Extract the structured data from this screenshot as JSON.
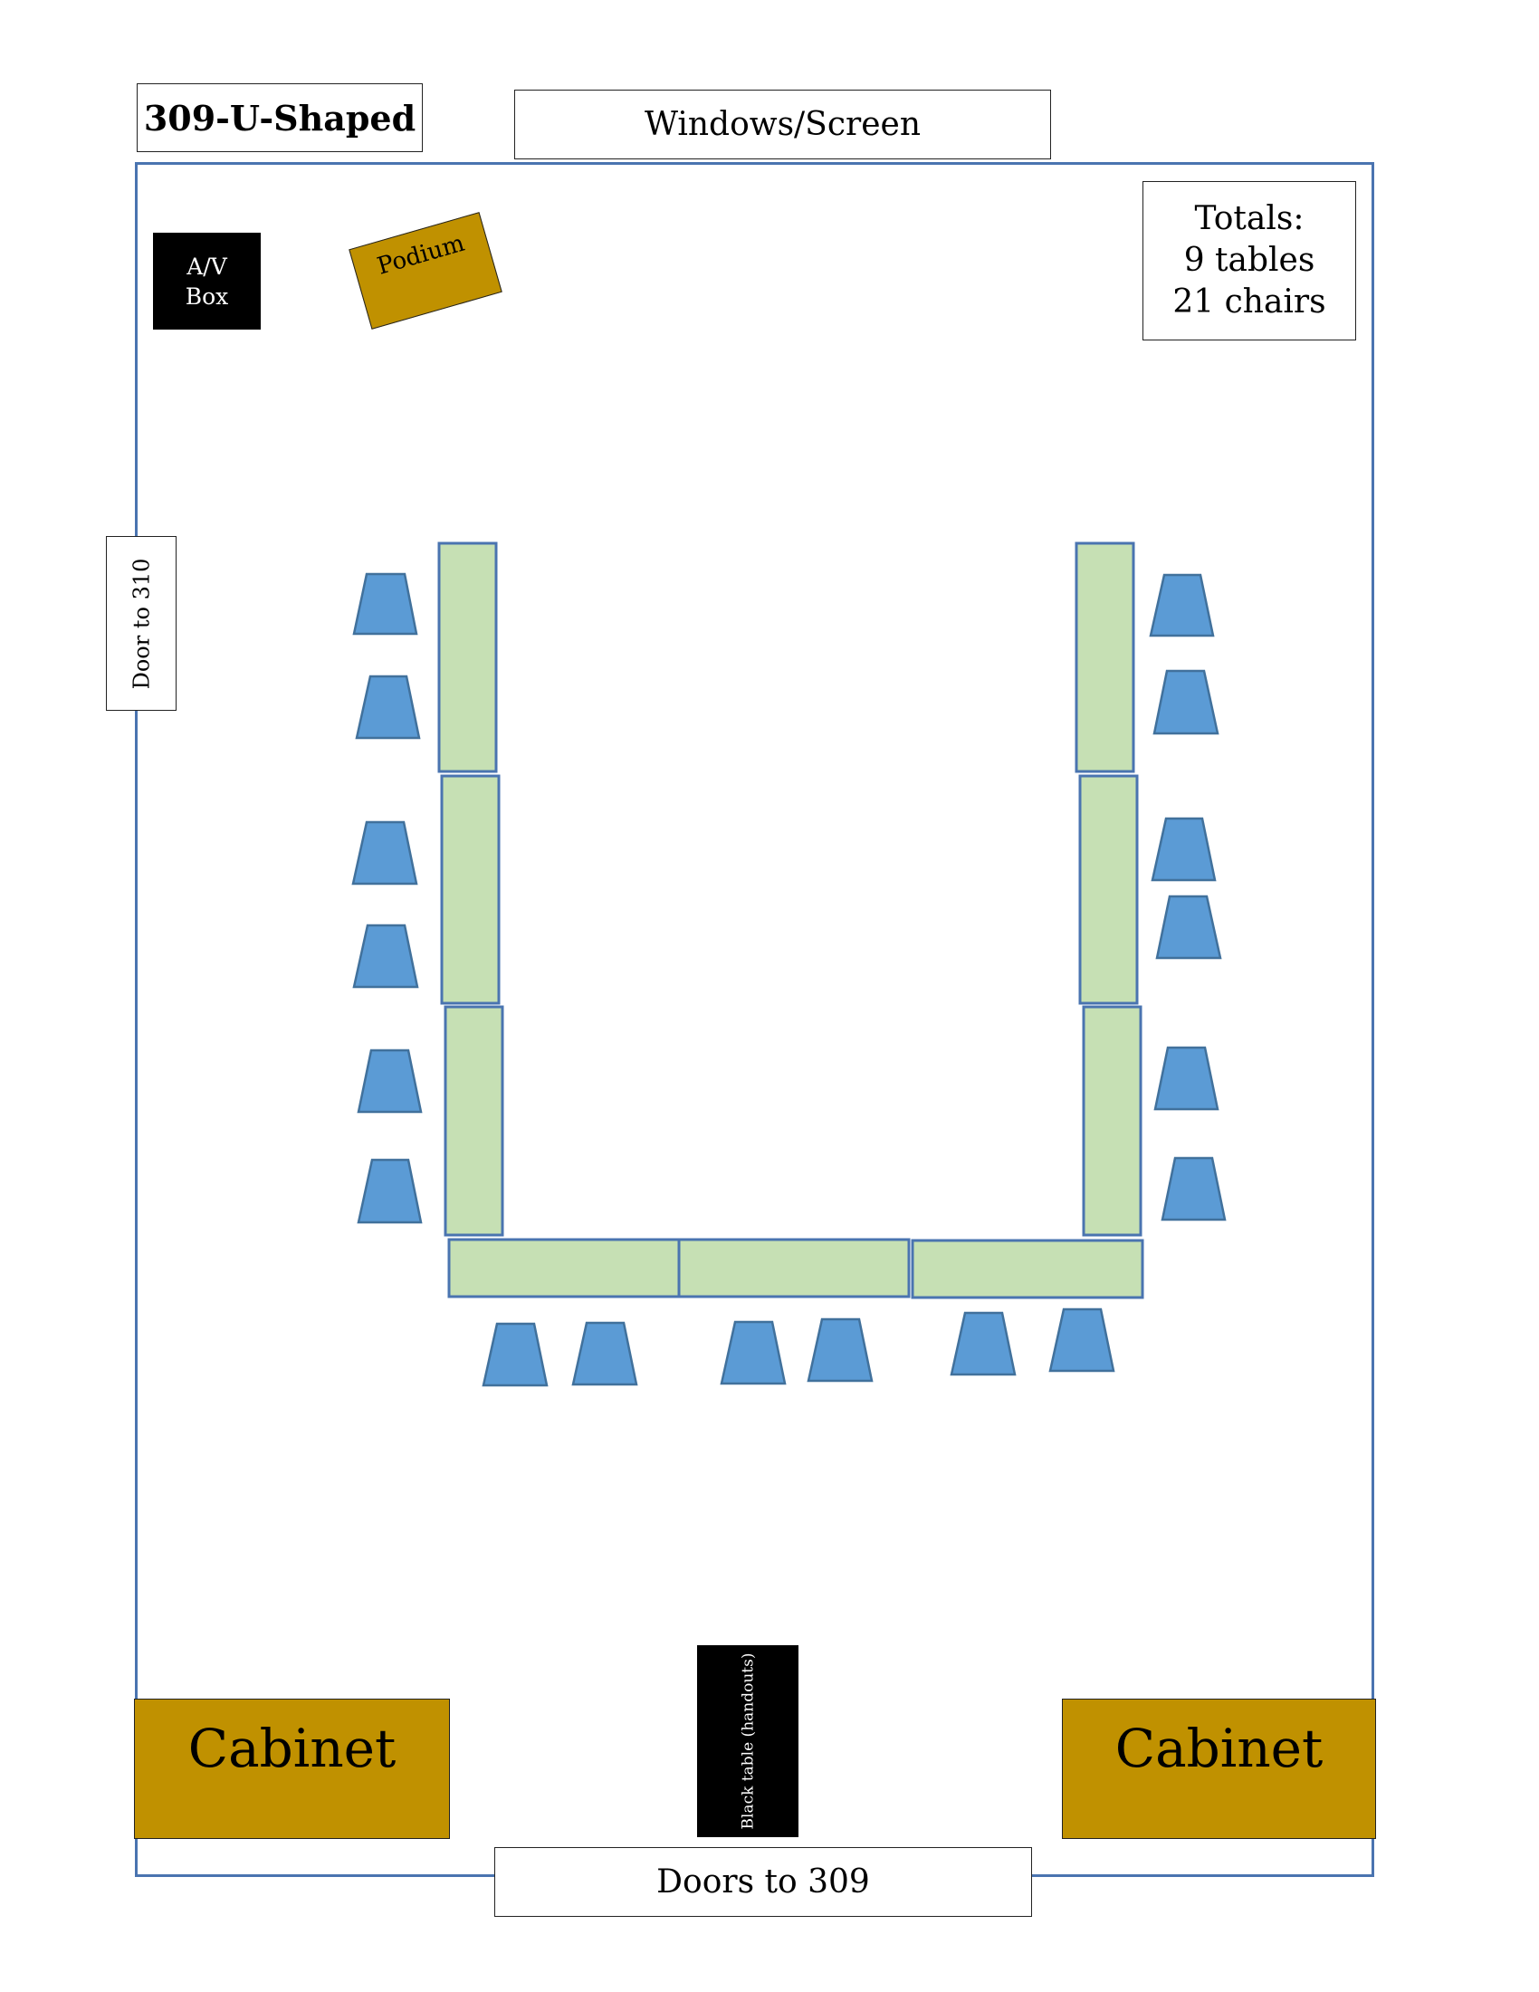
{
  "title": "309-U-Shaped",
  "windows_label": "Windows/Screen",
  "totals": {
    "heading": "Totals:",
    "tables": "9 tables",
    "chairs": "21 chairs"
  },
  "door_side_label": "Door to 310",
  "av_box": {
    "line1": "A/V",
    "line2": "Box"
  },
  "podium_label": "Podium",
  "cabinet_left_label": "Cabinet",
  "cabinet_right_label": "Cabinet",
  "handout_table_label": "Black table (handouts)",
  "doors_bottom_label": "Doors to 309",
  "colors": {
    "room_border": "#4a74b0",
    "table_fill": "#c6e0b4",
    "chair_fill": "#5b9bd5",
    "furniture_gold": "#c09100",
    "black_items": "#000000"
  }
}
